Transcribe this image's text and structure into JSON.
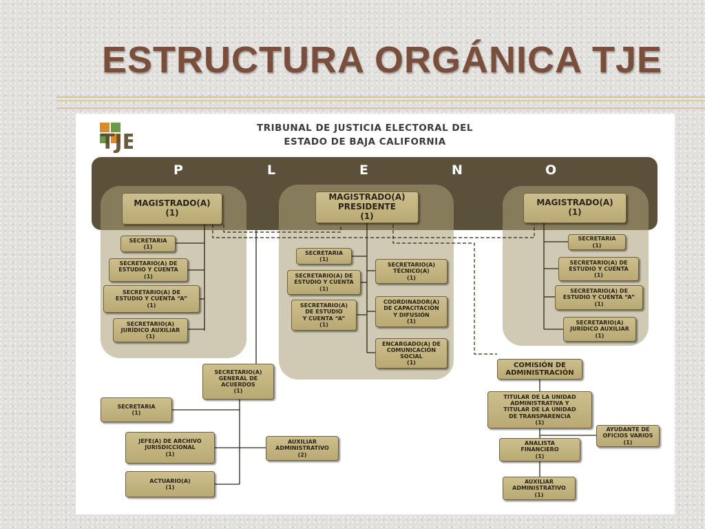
{
  "slide": {
    "title": "ESTRUCTURA ORGÁNICA TJE"
  },
  "chart": {
    "logo_text": "TJE",
    "header_line1": "TRIBUNAL DE JUSTICIA ELECTORAL DEL",
    "header_line2": "ESTADO DE BAJA CALIFORNIA",
    "pleno_letters": [
      "P",
      "L",
      "E",
      "N",
      "O"
    ],
    "left_group": {
      "head": "MAGISTRADO(A)\n(1)",
      "units": [
        "SECRETARIA\n(1)",
        "SECRETARIO(A) DE\nESTUDIO Y CUENTA\n(1)",
        "SECRETARIO(A) DE\nESTUDIO Y CUENTA “A”\n(1)",
        "SECRETARIO(A)\nJURÍDICO AUXILIAR\n(1)"
      ]
    },
    "center_group": {
      "head": "MAGISTRADO(A)\nPRESIDENTE\n(1)",
      "left_units": [
        "SECRETARIA\n(1)",
        "SECRETARIO(A) DE\nESTUDIO Y CUENTA\n(1)",
        "SECRETARIO(A)\nDE ESTUDIO\nY CUENTA “A”\n(1)"
      ],
      "right_units": [
        "SECRETARIO(A)\nTÉCNICO(A)\n(1)",
        "COORDINADOR(A)\nDE CAPACITACIÓN\nY DIFUSIÓN\n(1)",
        "ENCARGADO(A) DE\nCOMUNICACIÓN\nSOCIAL\n(1)"
      ]
    },
    "right_group": {
      "head": "MAGISTRADO(A)\n(1)",
      "units": [
        "SECRETARIA\n(1)",
        "SECRETARIO(A) DE\nESTUDIO Y CUENTA\n(1)",
        "SECRETARIO(A) DE\nESTUDIO Y CUENTA “A”\n(1)",
        "SECRETARIO(A)\nJURÍDICO AUXILIAR\n(1)"
      ]
    },
    "general_secretary": {
      "head": "SECRETARIO(A)\nGENERAL DE\nACUERDOS\n(1)",
      "units": [
        "SECRETARIA\n(1)",
        "JEFE(A) DE ARCHIVO\nJURISDICCIONAL\n(1)",
        "ACTUARIO(A)\n(1)",
        "AUXILIAR\nADMINISTRATIVO\n(2)"
      ]
    },
    "administration": {
      "head": "COMISIÓN DE\nADMINISTRACIÓN",
      "titular": "TITULAR DE LA UNIDAD\nADMINISTRATIVA Y\nTITULAR DE LA UNIDAD\nDE TRANSPARENCIA\n(1)",
      "helper": "AYUDANTE DE\nOFICIOS VARIOS\n(1)",
      "analyst": "ANALISTA\nFINANCIERO\n(1)",
      "aux": "AUXILIAR\nADMINISTRATIVO\n(1)"
    }
  }
}
